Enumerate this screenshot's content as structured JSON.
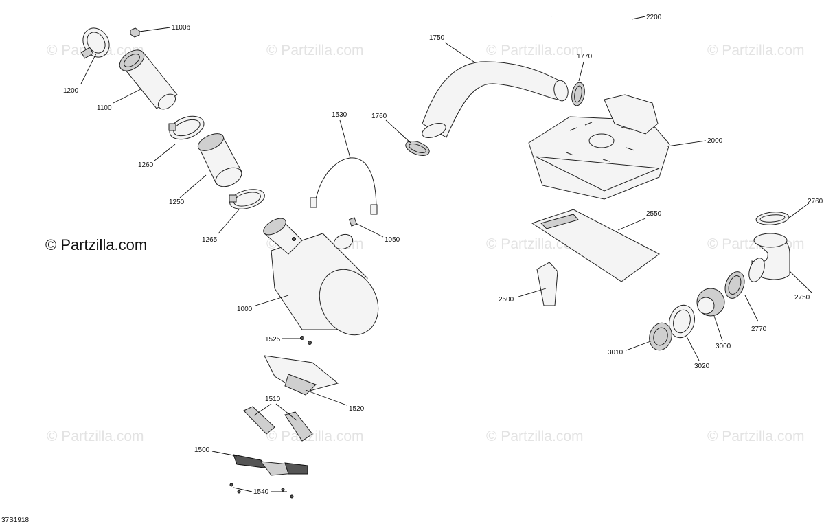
{
  "diagram": {
    "brand_text": "© Partzilla.com",
    "watermark_text": "© Partzilla.com",
    "drawing_code": "37S1918",
    "callouts": {
      "c1100b": "1100b",
      "c1200": "1200",
      "c1100": "1100",
      "c1260": "1260",
      "c1250": "1250",
      "c1265": "1265",
      "c1530": "1530",
      "c1050": "1050",
      "c1000": "1000",
      "c1525": "1525",
      "c1520": "1520",
      "c1510": "1510",
      "c1500": "1500",
      "c1540": "1540",
      "c1750": "1750",
      "c1770": "1770",
      "c1760": "1760",
      "c2200": "2200",
      "c2000": "2000",
      "c2550": "2550",
      "c2500": "2500",
      "c2760": "2760",
      "c2750": "2750",
      "c2770": "2770",
      "c3000": "3000",
      "c3020": "3020",
      "c3010": "3010"
    }
  }
}
